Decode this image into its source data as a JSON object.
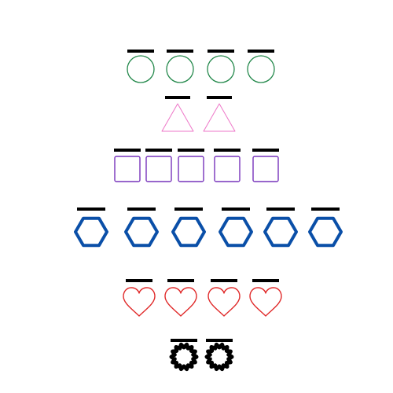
{
  "rows": [
    {
      "shape": "circle",
      "count": 4,
      "stroke": "#22884a",
      "label_bar": "#000000"
    },
    {
      "shape": "triangle",
      "count": 2,
      "stroke": "#ee77c8",
      "label_bar": "#000000"
    },
    {
      "shape": "square",
      "count": 5,
      "stroke": "#7733bb",
      "label_bar": "#000000"
    },
    {
      "shape": "hexagon",
      "count": 6,
      "stroke": "#0a4fa8",
      "label_bar": "#000000"
    },
    {
      "shape": "heart",
      "count": 4,
      "stroke": "#e02828",
      "label_bar": "#000000"
    },
    {
      "shape": "starburst",
      "count": 2,
      "stroke": "#000000",
      "label_bar": "#000000"
    }
  ]
}
